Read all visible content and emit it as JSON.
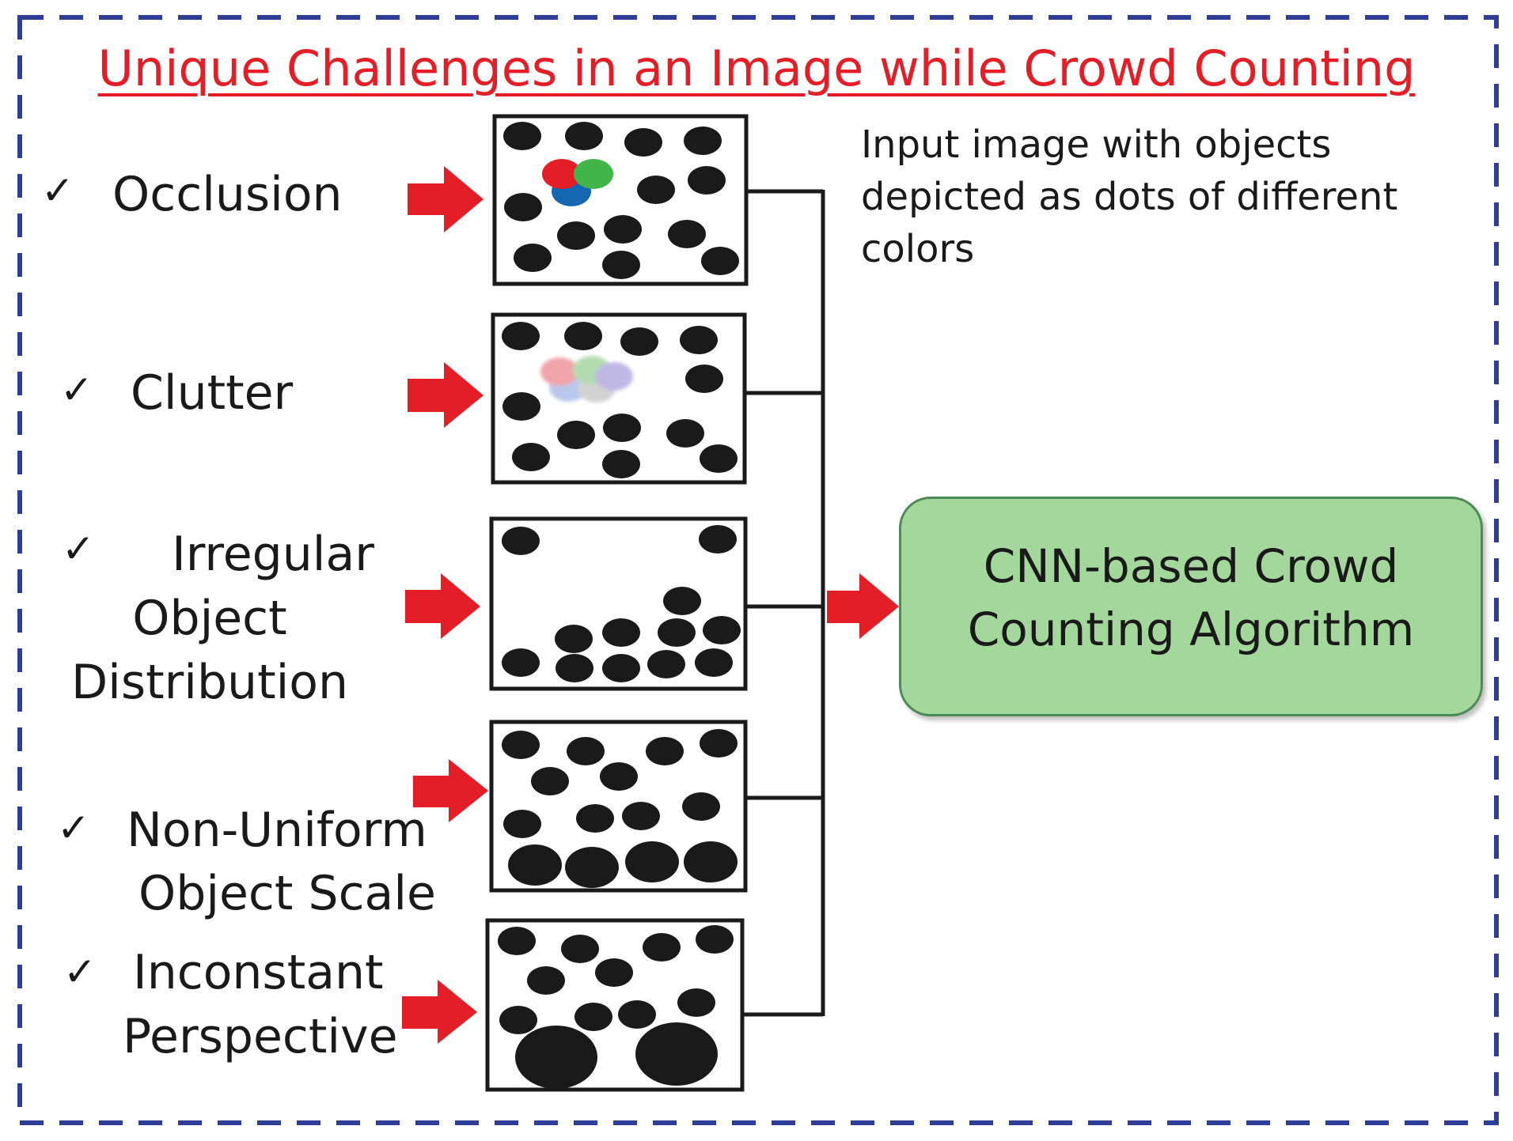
{
  "title": "Unique Challenges in an Image while Crowd Counting",
  "check_glyph": "✓",
  "challenges": [
    {
      "lines": [
        "Occlusion"
      ]
    },
    {
      "lines": [
        "Clutter"
      ]
    },
    {
      "lines": [
        "Irregular",
        "Object",
        "Distribution"
      ]
    },
    {
      "lines": [
        "Non-Uniform",
        "Object Scale"
      ]
    },
    {
      "lines": [
        "Inconstant",
        "Perspective"
      ]
    }
  ],
  "note": "Input image with objects depicted as dots of different colors",
  "algorithm": {
    "label": "CNN-based Crowd Counting Algorithm"
  },
  "colors": {
    "title": "#e41e26",
    "arrow": "#e41e26",
    "frame_dash": "#2e3d96",
    "dot": "#1a1a1a",
    "box_fill": "#a3d79b",
    "box_border": "#4e8a55"
  }
}
